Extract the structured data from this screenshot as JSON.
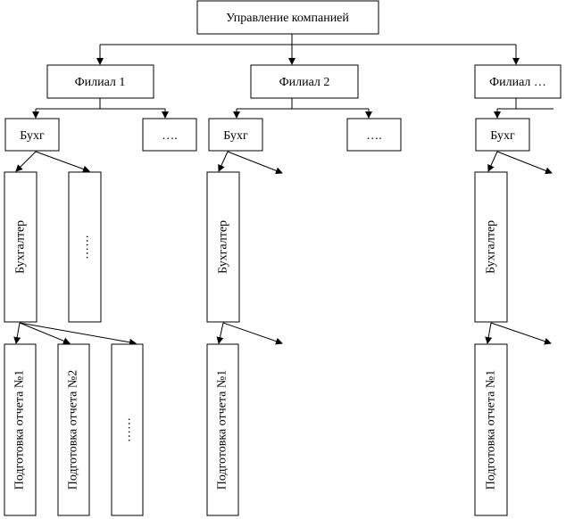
{
  "org": {
    "root": "Управление компанией",
    "branches": [
      {
        "label": "Филиал 1",
        "dept": "Бухг",
        "dept_more": "….",
        "role": "Бухгалтер",
        "role_more": "……",
        "tasks": [
          "Подготовка отчета №1",
          "Подготовка отчета №2"
        ],
        "tasks_more": "……"
      },
      {
        "label": "Филиал 2",
        "dept": "Бухг",
        "dept_more": "….",
        "role": "Бухгалтер",
        "tasks": [
          "Подготовка отчета №1"
        ]
      },
      {
        "label": "Филиал …",
        "dept": "Бухг",
        "role": "Бухгалтер",
        "tasks": [
          "Подготовка отчета №1"
        ]
      }
    ]
  }
}
